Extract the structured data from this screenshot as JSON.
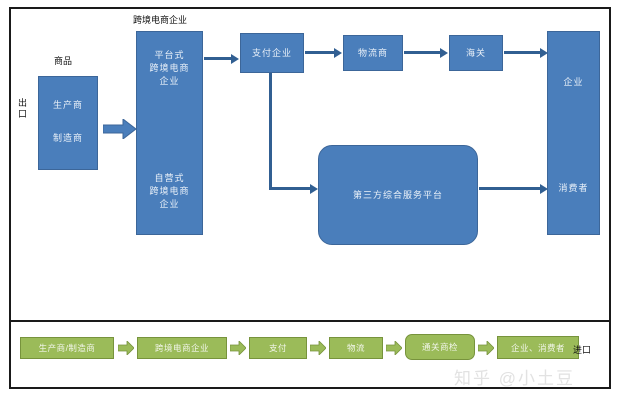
{
  "diagram": {
    "title_alt": "跨境电商出口与进口流程图",
    "export_section": {
      "side_label": "出口",
      "goods_label": "商品",
      "cbec_group_label": "跨境电商企业",
      "nodes": {
        "producer": {
          "line1": "生产商",
          "line2": "制造商"
        },
        "platform_cbec": {
          "line1": "平台式",
          "line2": "跨境电商",
          "line3": "企业"
        },
        "self_cbec": {
          "line1": "自营式",
          "line2": "跨境电商",
          "line3": "企业"
        },
        "payment": {
          "label": "支付企业"
        },
        "logistics": {
          "label": "物流商"
        },
        "customs": {
          "label": "海关"
        },
        "third_party": {
          "label": "第三方综合服务平台"
        },
        "enterprise": {
          "label": "企业"
        },
        "consumer": {
          "label": "消费者"
        }
      }
    },
    "import_section": {
      "side_label": "进口",
      "steps": [
        {
          "label": "生产商/制造商",
          "shape": "rect"
        },
        {
          "label": "跨境电商企业",
          "shape": "rect"
        },
        {
          "label": "支付",
          "shape": "rect"
        },
        {
          "label": "物流",
          "shape": "rect"
        },
        {
          "label": "通关商检",
          "shape": "rounded"
        },
        {
          "label": "企业、消费者",
          "shape": "rect"
        }
      ],
      "arrow_glyph": "➡"
    },
    "watermark": "知乎 @小土豆",
    "colors": {
      "blue_fill": "#4a7ebb",
      "blue_border": "#3c6699",
      "connector": "#315f92",
      "green_fill": "#9bbb59",
      "green_border": "#77933c",
      "frame": "#1a1a1a",
      "watermark": "#e2e2e2"
    }
  }
}
